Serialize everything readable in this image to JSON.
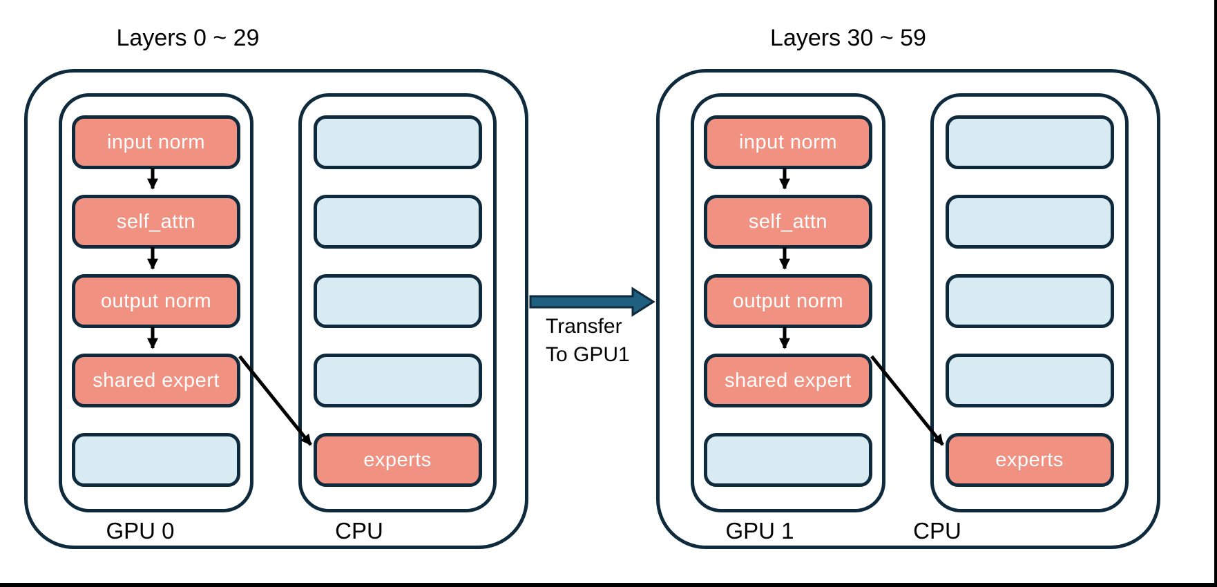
{
  "colors": {
    "background": "#ffffff",
    "outline": "#0e2a3c",
    "active-fill": "#f09182",
    "idle-fill": "#d8ebf2",
    "transfer-fill": "#1f5f80",
    "arrow-black": "#000000",
    "block-text": "#ffffff",
    "label-text": "#000000",
    "screen-edge": "#000000"
  },
  "groups": [
    {
      "title": "Layers 0 ~ 29",
      "gpu": {
        "label": "GPU 0",
        "blocks": [
          {
            "label": "input norm",
            "type": "active"
          },
          {
            "label": "self_attn",
            "type": "active"
          },
          {
            "label": "output norm",
            "type": "active"
          },
          {
            "label": "shared expert",
            "type": "active"
          },
          {
            "label": "",
            "type": "idle"
          }
        ]
      },
      "cpu": {
        "label": "CPU",
        "blocks": [
          {
            "label": "",
            "type": "idle"
          },
          {
            "label": "",
            "type": "idle"
          },
          {
            "label": "",
            "type": "idle"
          },
          {
            "label": "",
            "type": "idle"
          },
          {
            "label": "experts",
            "type": "active"
          }
        ]
      }
    },
    {
      "title": "Layers 30 ~ 59",
      "gpu": {
        "label": "GPU 1",
        "blocks": [
          {
            "label": "input norm",
            "type": "active"
          },
          {
            "label": "self_attn",
            "type": "active"
          },
          {
            "label": "output norm",
            "type": "active"
          },
          {
            "label": "shared expert",
            "type": "active"
          },
          {
            "label": "",
            "type": "idle"
          }
        ]
      },
      "cpu": {
        "label": "CPU",
        "blocks": [
          {
            "label": "",
            "type": "idle"
          },
          {
            "label": "",
            "type": "idle"
          },
          {
            "label": "",
            "type": "idle"
          },
          {
            "label": "",
            "type": "idle"
          },
          {
            "label": "experts",
            "type": "active"
          }
        ]
      }
    }
  ],
  "transfer": {
    "label_line1": "Transfer",
    "label_line2": "To GPU1"
  }
}
